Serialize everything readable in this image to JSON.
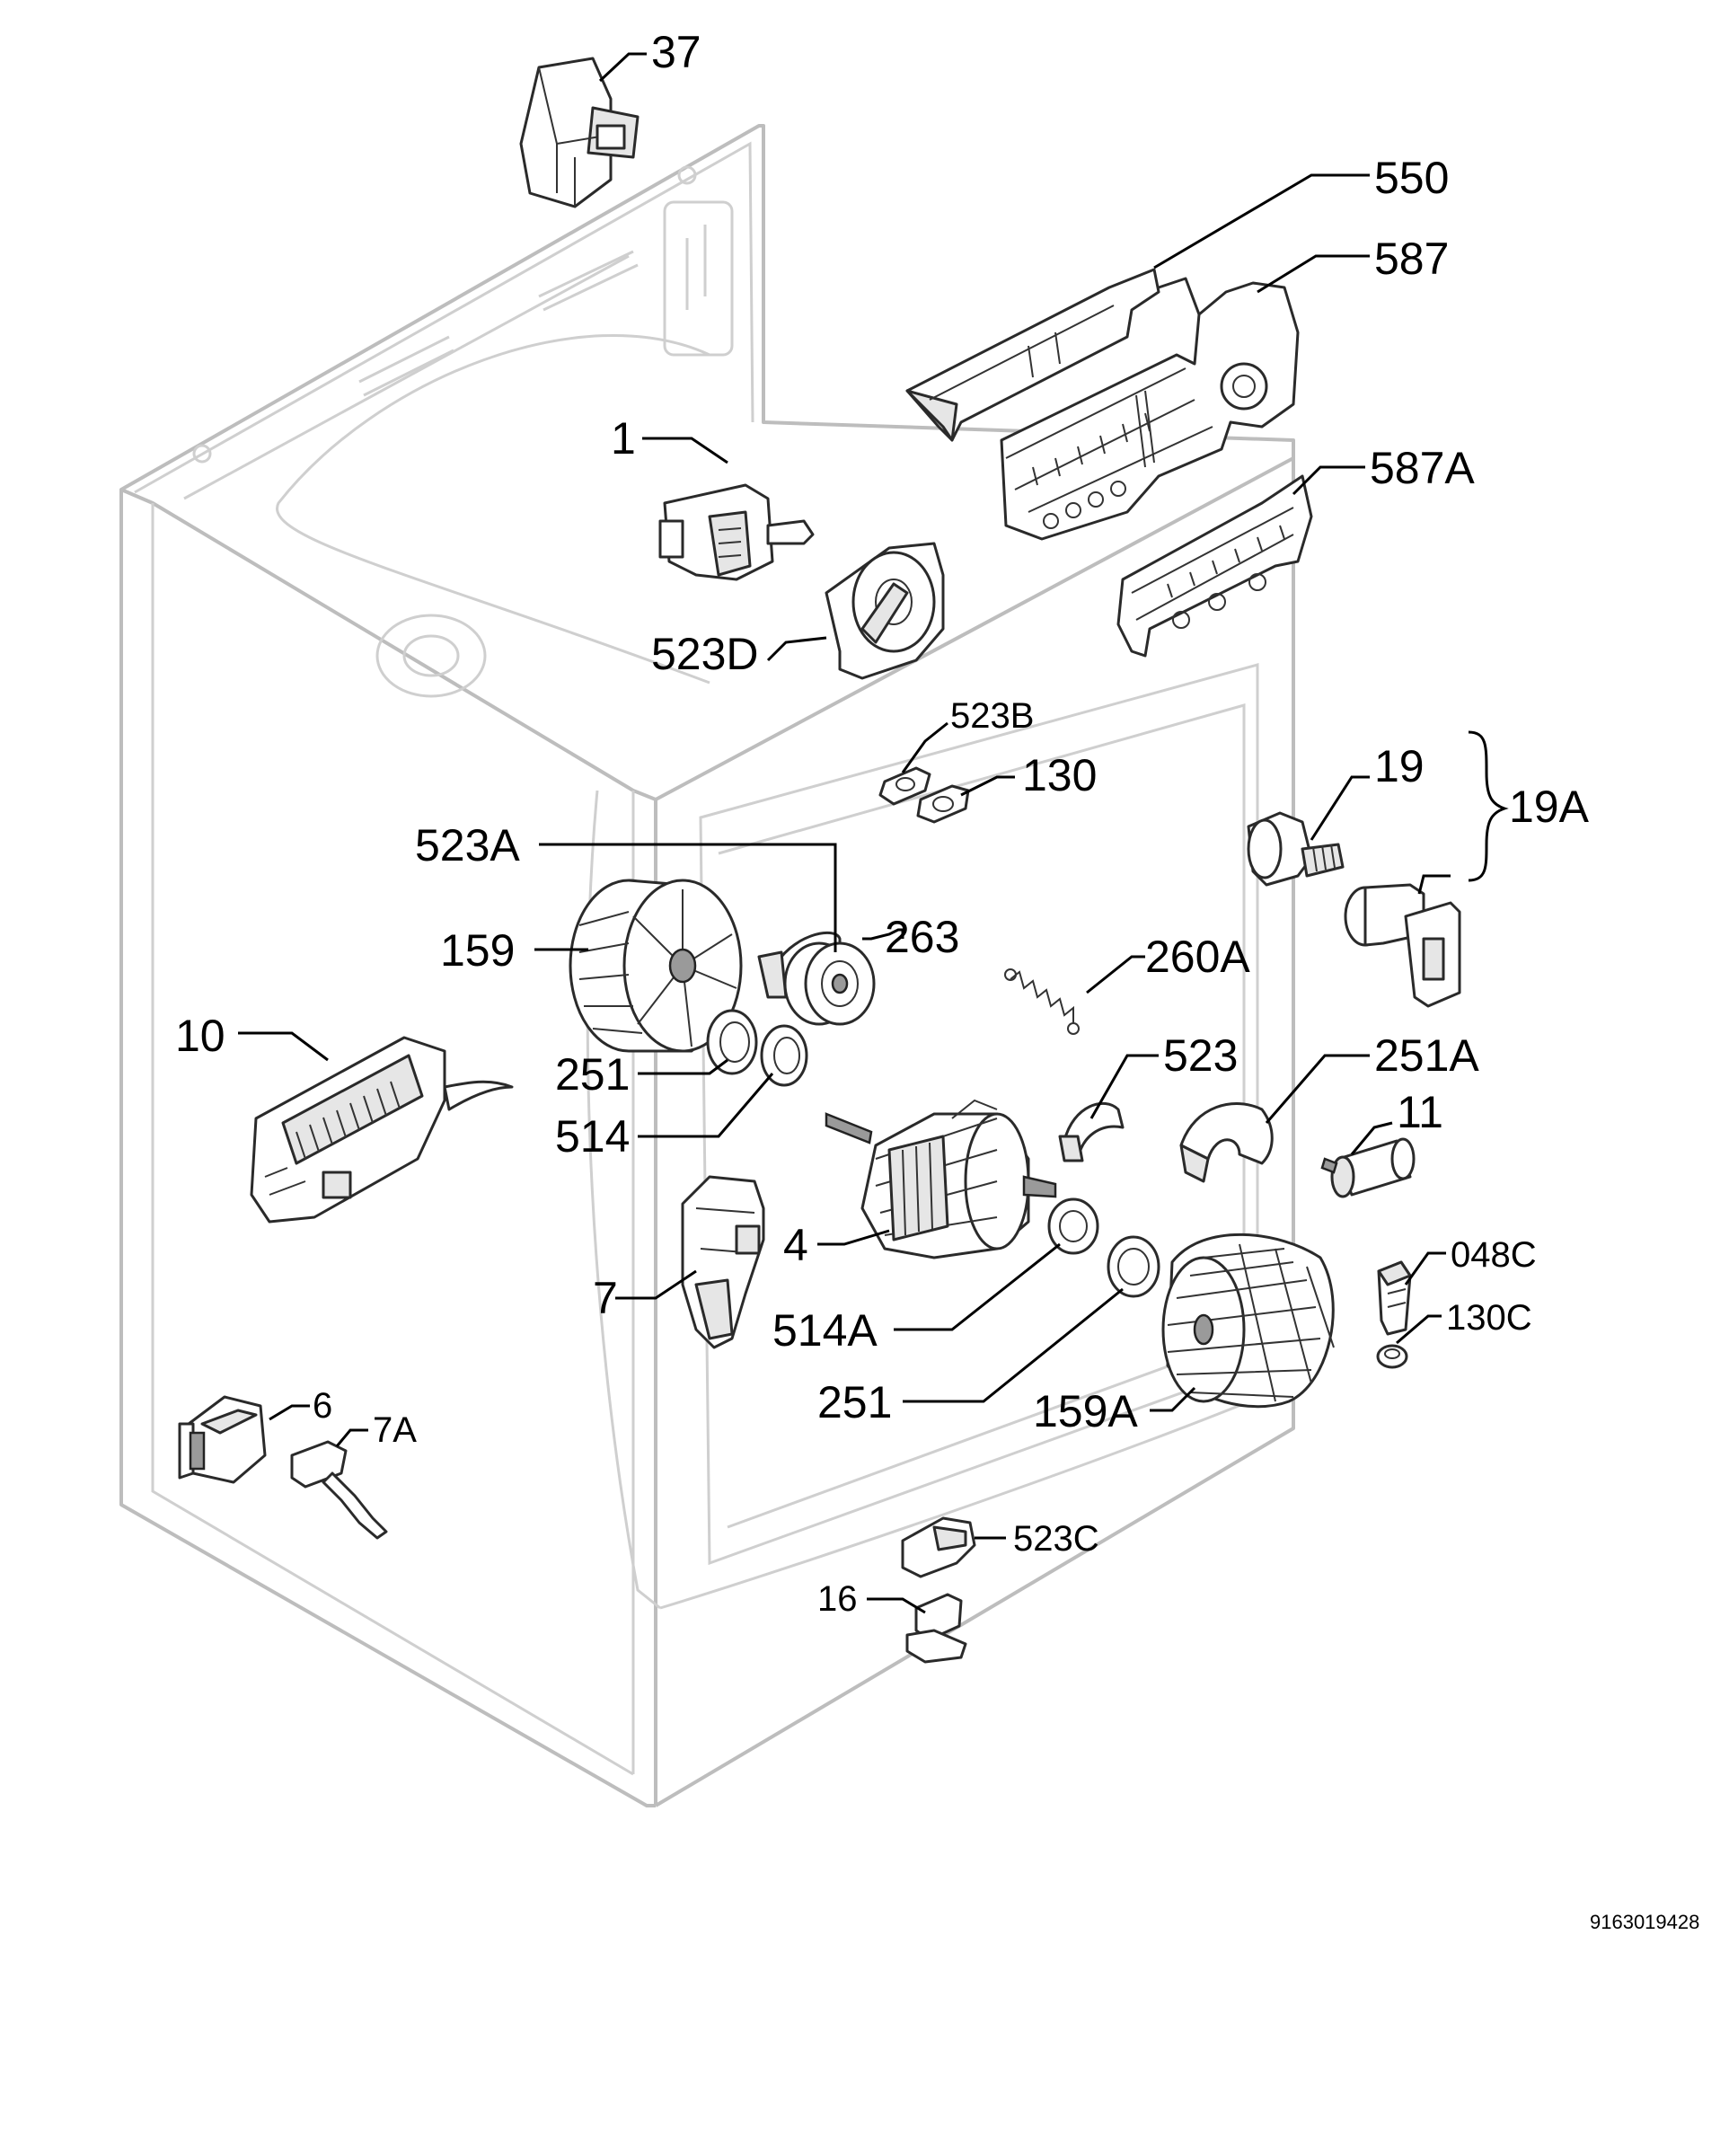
{
  "diagram": {
    "doc_number": "9163019428",
    "labels": {
      "p37": "37",
      "p550": "550",
      "p587": "587",
      "p587a": "587A",
      "p1": "1",
      "p523d": "523D",
      "p523b": "523B",
      "p130": "130",
      "p19": "19",
      "p19a": "19A",
      "p523a": "523A",
      "p263": "263",
      "p159": "159",
      "p260a": "260A",
      "p10": "10",
      "p251top": "251",
      "p514": "514",
      "p523": "523",
      "p251a": "251A",
      "p11": "11",
      "p4": "4",
      "p048c": "048C",
      "p7": "7",
      "p130c": "130C",
      "p514a": "514A",
      "p251": "251",
      "p159a": "159A",
      "p6": "6",
      "p7a": "7A",
      "p523c": "523C",
      "p16": "16"
    }
  }
}
